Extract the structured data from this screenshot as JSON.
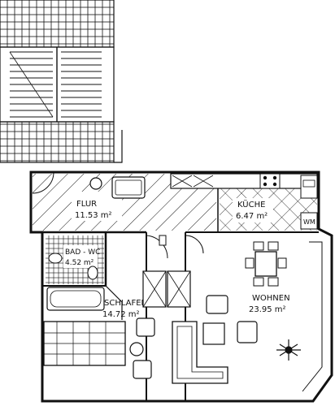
{
  "rooms": {
    "flur": {
      "name": "FLUR",
      "area": "11.53 m²"
    },
    "kueche": {
      "name": "KÜCHE",
      "area": "6.47 m²"
    },
    "bad": {
      "name": "BAD - WC",
      "area": "4.52 m²"
    },
    "schlafen": {
      "name": "SCHLAFEN",
      "area": "14.72 m²"
    },
    "wohnen": {
      "name": "WOHNEN",
      "area": "23.95 m²"
    }
  },
  "labels": {
    "wm": "WM"
  },
  "colors": {
    "ink": "#111111",
    "paper": "#ffffff"
  }
}
